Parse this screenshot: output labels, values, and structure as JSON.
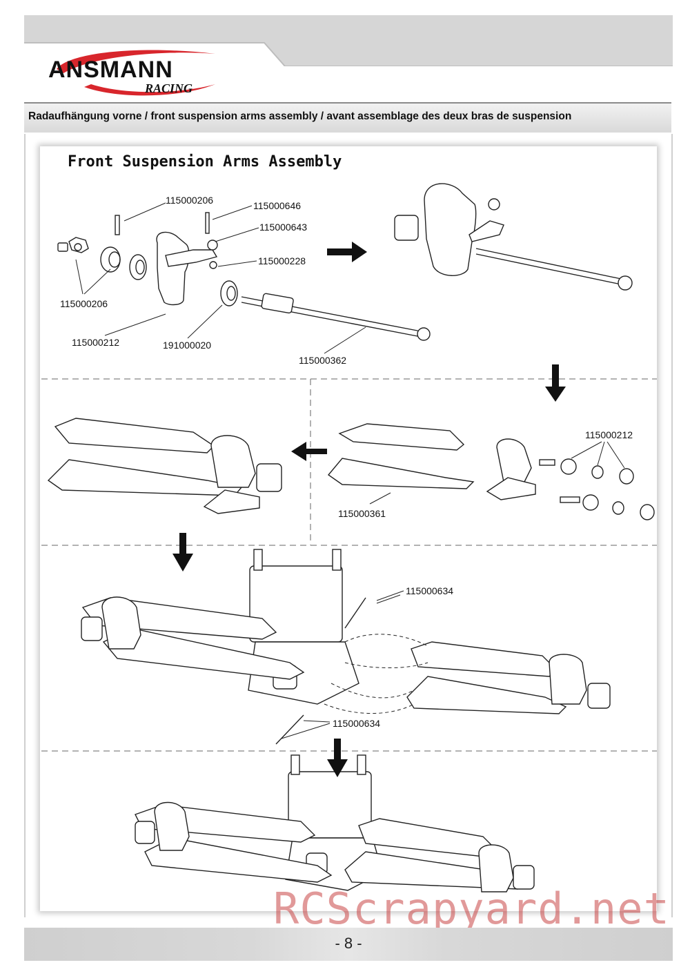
{
  "header": {
    "brand": "ANSMANN",
    "brand_sub": "RACING",
    "section_title": "Radaufhängung vorne /  front suspension arms assembly / avant assemblage des deux bras de suspension"
  },
  "panel": {
    "title": "Front Suspension Arms Assembly",
    "step1_parts": {
      "pin": "115000206",
      "screw": "115000646",
      "ball": "115000643",
      "nut": "115000228",
      "hex_hub": "115000206",
      "knuckle": "115000212",
      "bearing": "191000020",
      "driveshaft": "115000362"
    },
    "step2_parts": {
      "hardware": "115000212",
      "arm": "115000361"
    },
    "step3_parts": {
      "pin_upper": "115000634",
      "pin_lower": "115000634"
    }
  },
  "footer": {
    "page_number": "- 8 -",
    "watermark": "RCScrapyard.net"
  },
  "colors": {
    "logo_red": "#d8262c",
    "band_gray": "#d6d6d6",
    "watermark": "#c84646"
  }
}
